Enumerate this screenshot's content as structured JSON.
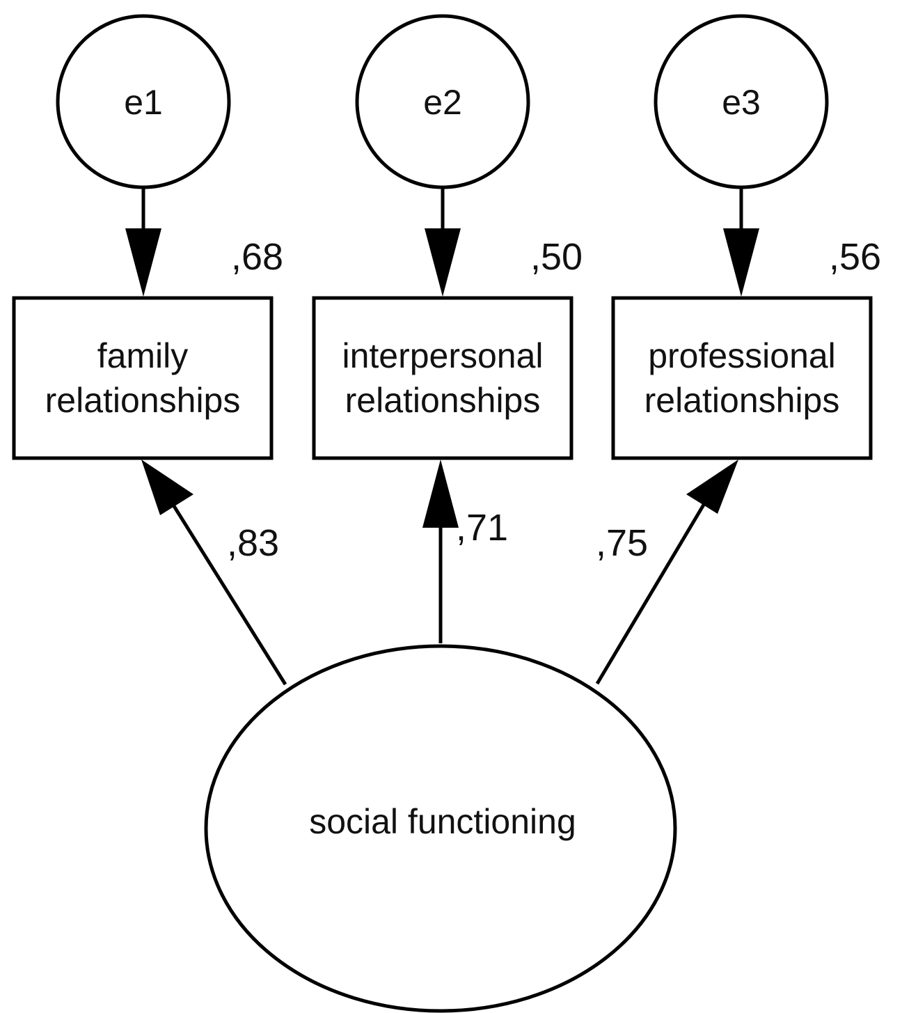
{
  "error_terms": [
    {
      "id": "e1",
      "label": "e1"
    },
    {
      "id": "e2",
      "label": "e2"
    },
    {
      "id": "e3",
      "label": "e3"
    }
  ],
  "observed": [
    {
      "id": "family",
      "lines": [
        "family",
        "relationships"
      ],
      "r2": ",68",
      "loading": ",83"
    },
    {
      "id": "interpersonal",
      "lines": [
        "interpersonal",
        "relationships"
      ],
      "r2": ",50",
      "loading": ",71"
    },
    {
      "id": "professional",
      "lines": [
        "professional",
        "relationships"
      ],
      "r2": ",56",
      "loading": ",75"
    }
  ],
  "latent": {
    "label": "social functioning"
  }
}
